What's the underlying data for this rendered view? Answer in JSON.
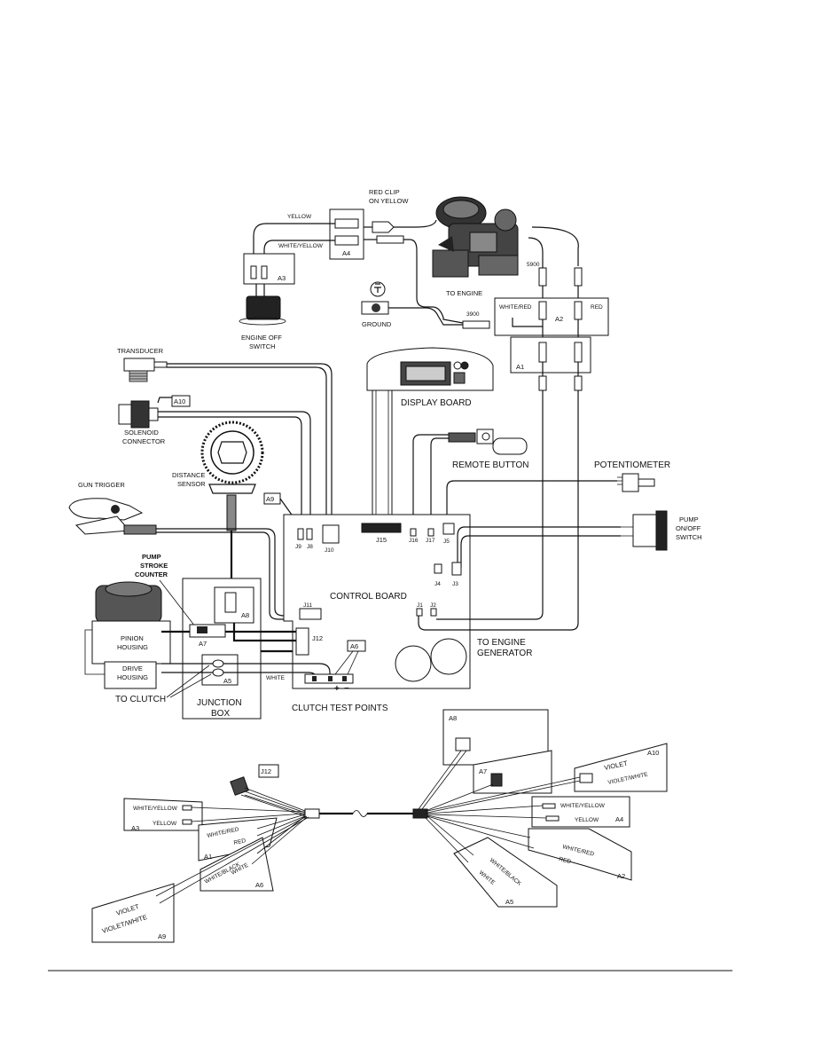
{
  "top": {
    "yellow": "YELLOW",
    "white_yellow": "WHITE/YELLOW",
    "a4": "A4",
    "a3": "A3",
    "engine_off_switch": [
      "ENGINE OFF",
      "SWITCH"
    ],
    "red_clip": [
      "RED CLIP",
      "ON YELLOW"
    ],
    "to_engine": "TO ENGINE",
    "ground": "GROUND",
    "n3900": "3900",
    "n5900": "5900",
    "white_red": "WHITE/RED",
    "a2": "A2",
    "red": "RED",
    "a1": "A1"
  },
  "middle": {
    "transducer": "TRANSDUCER",
    "display_board": "DISPLAY BOARD",
    "a10": "A10",
    "solenoid_connector": [
      "SOLENOID",
      "CONNECTOR"
    ],
    "distance_sensor": [
      "DISTANCE",
      "SENSOR"
    ],
    "remote_button": "REMOTE BUTTON",
    "potentiometer": "POTENTIOMETER",
    "gun_trigger": "GUN TRIGGER",
    "a9": "A9",
    "j9": "J9",
    "j8": "J8",
    "j10": "J10",
    "j15": "J15",
    "j16": "J16",
    "j17": "J17",
    "j5": "J5",
    "pump_onoff_switch": [
      "PUMP",
      "ON/OFF",
      "SWITCH"
    ],
    "pump_stroke_counter": [
      "PUMP",
      "STROKE",
      "COUNTER"
    ],
    "j4": "J4",
    "j3": "J3",
    "control_board": "CONTROL BOARD",
    "j11": "J11",
    "a8": "A8",
    "j1": "J1",
    "j2": "J2",
    "pinion_housing": [
      "PINION",
      "HOUSING"
    ],
    "a7": "A7",
    "j12": "J12",
    "a6": "A6",
    "to_engine_generator": [
      "TO ENGINE",
      "GENERATOR"
    ],
    "drive_housing": [
      "DRIVE",
      "HOUSING"
    ],
    "a5": "A5",
    "white": "WHITE",
    "to_clutch": "TO CLUTCH",
    "junction_box": [
      "JUNCTION",
      "BOX"
    ],
    "clutch_test_points": "CLUTCH TEST POINTS"
  },
  "harness": {
    "a8": "A8",
    "a7": "A7",
    "a10": "A10",
    "violet": "VIOLET",
    "violet_white": "VIOLET/WHITE",
    "j12": "J12",
    "a3": "A3",
    "white_yellow": "WHITE/YELLOW",
    "yellow": "YELLOW",
    "a4": "A4",
    "a1": "A1",
    "white_red": "WHITE/RED",
    "red": "RED",
    "a2": "A2",
    "white_black": "WHITE/BLACK",
    "white": "WHITE",
    "a6": "A6",
    "a5": "A5",
    "a9": "A9"
  }
}
